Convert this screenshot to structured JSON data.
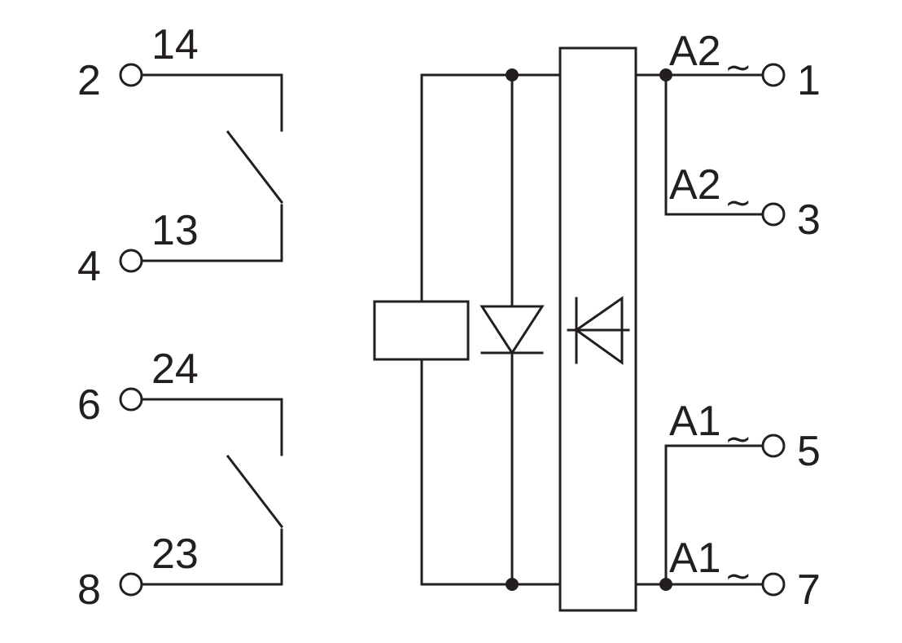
{
  "diagram": {
    "left_terminals": {
      "t2": "2",
      "t4": "4",
      "t6": "6",
      "t8": "8"
    },
    "contact_labels": {
      "c14": "14",
      "c13": "13",
      "c24": "24",
      "c23": "23"
    },
    "right_terminals": {
      "t1": "1",
      "t3": "3",
      "t5": "5",
      "t7": "7"
    },
    "coil_labels": {
      "a2_top": "A2",
      "a2_mid": "A2",
      "a1_mid": "A1",
      "a1_bot": "A1",
      "tilde": "~"
    }
  }
}
